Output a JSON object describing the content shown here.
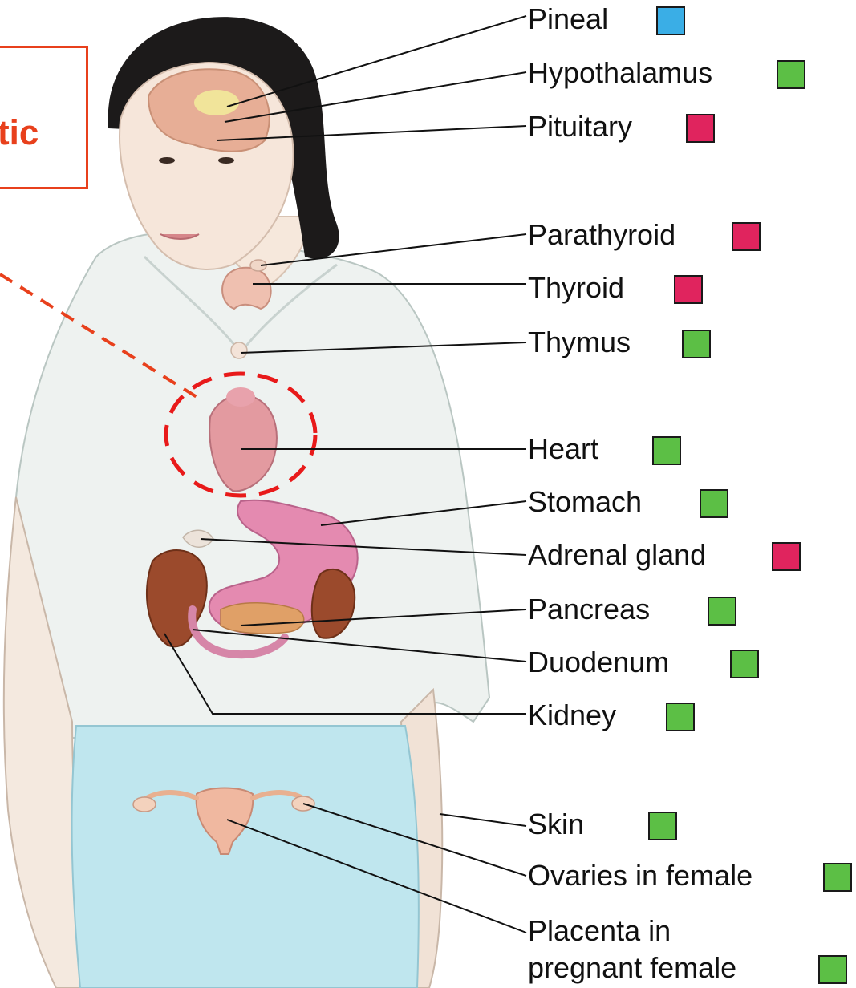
{
  "callout": {
    "text": "tic",
    "color": "#e8401c"
  },
  "legend_colors": {
    "blue": "#3aaee6",
    "green": "#5cbf45",
    "red": "#e0245e"
  },
  "labels": [
    {
      "id": "pineal",
      "text": "Pineal",
      "swatch": "blue"
    },
    {
      "id": "hypothalamus",
      "text": "Hypothalamus",
      "swatch": "green"
    },
    {
      "id": "pituitary",
      "text": "Pituitary",
      "swatch": "red"
    },
    {
      "id": "parathyroid",
      "text": "Parathyroid",
      "swatch": "red"
    },
    {
      "id": "thyroid",
      "text": "Thyroid",
      "swatch": "red"
    },
    {
      "id": "thymus",
      "text": "Thymus",
      "swatch": "green"
    },
    {
      "id": "heart",
      "text": "Heart",
      "swatch": "green"
    },
    {
      "id": "stomach",
      "text": "Stomach",
      "swatch": "green"
    },
    {
      "id": "adrenal",
      "text": "Adrenal gland",
      "swatch": "red"
    },
    {
      "id": "pancreas",
      "text": "Pancreas",
      "swatch": "green"
    },
    {
      "id": "duodenum",
      "text": "Duodenum",
      "swatch": "green"
    },
    {
      "id": "kidney",
      "text": "Kidney",
      "swatch": "green"
    },
    {
      "id": "skin",
      "text": "Skin",
      "swatch": "green"
    },
    {
      "id": "ovaries",
      "text": "Ovaries in female",
      "swatch": "green"
    },
    {
      "id": "placenta",
      "text": "Placenta in\npregnant female",
      "swatch": "green"
    }
  ]
}
